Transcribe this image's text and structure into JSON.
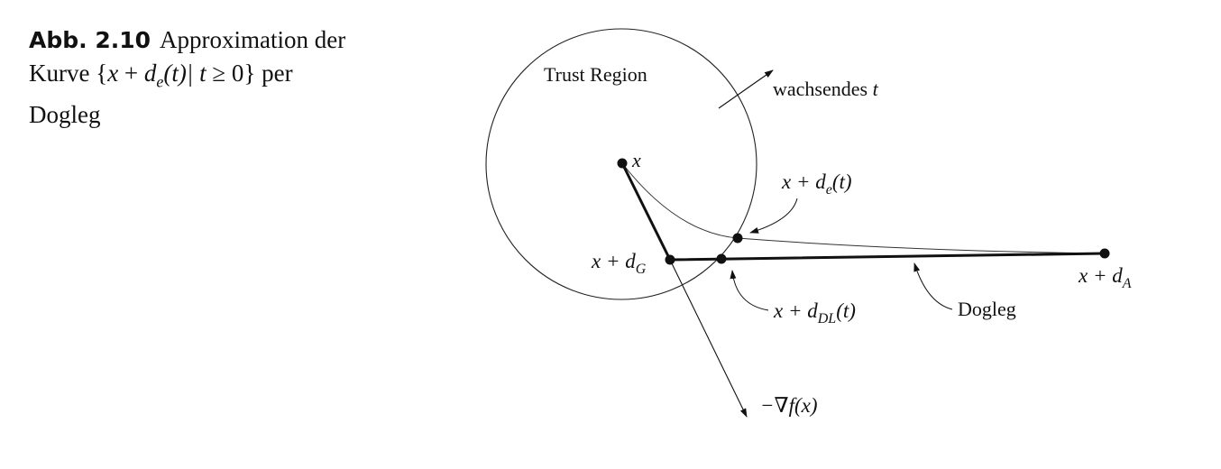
{
  "caption": {
    "figure_number": "Abb. 2.10",
    "text_line1": "Approximation der",
    "text_line2_prefix": "Kurve {",
    "text_line2_math_a": "x",
    "text_line2_plus": " + ",
    "text_line2_math_d": "d",
    "text_line2_sub_e": "e",
    "text_line2_math_t": "(t)| t",
    "text_line2_rest": " ≥ 0} per",
    "text_line3": "Dogleg"
  },
  "diagram": {
    "trust_region_label": "Trust Region",
    "increasing_t_label": "wachsendes",
    "increasing_t_var": "t",
    "x_label": "x",
    "curve_label": {
      "main": "x + d",
      "sub": "e",
      "tail": "(t)"
    },
    "gauss_point_label": {
      "main": "x + d",
      "sub": "G"
    },
    "a_point_label": {
      "main": "x + d",
      "sub": "A"
    },
    "dl_point_label": {
      "main": "x + d",
      "sub": "DL",
      "tail": "(t)"
    },
    "dogleg_label": "Dogleg",
    "gradient_label": "−∇f(x)"
  },
  "colors": {
    "ink": "#111111",
    "background": "#ffffff"
  }
}
